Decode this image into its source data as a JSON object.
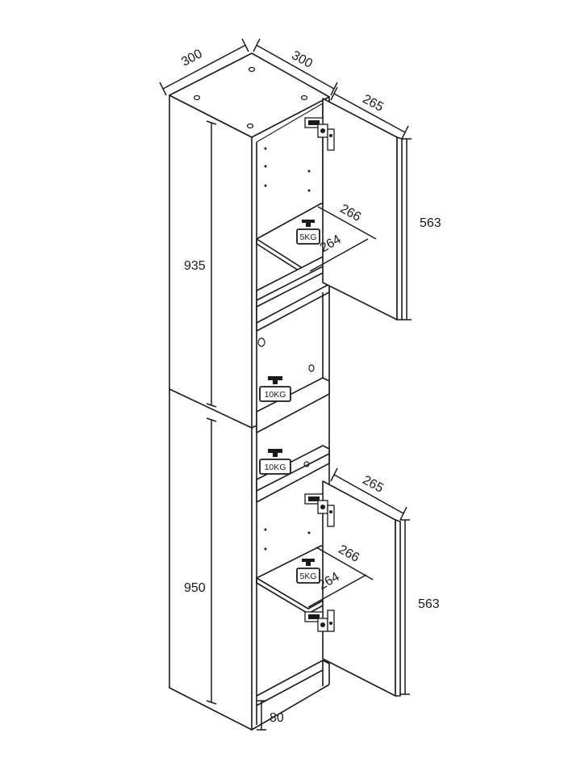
{
  "dimensions": {
    "top_width_left": "300",
    "top_width_right": "300",
    "door_top_depth": "265",
    "door_top_height": "563",
    "shelf_top_width": "266",
    "shelf_top_depth": "264",
    "upper_height": "935",
    "lower_height": "950",
    "door_bottom_depth": "265",
    "door_bottom_height": "563",
    "shelf_bottom_width": "266",
    "shelf_bottom_depth": "264",
    "leg_height": "80"
  },
  "weights": {
    "top_shelf": "5KG",
    "middle_upper": "10KG",
    "middle_lower": "10KG",
    "bottom_shelf": "5KG"
  }
}
